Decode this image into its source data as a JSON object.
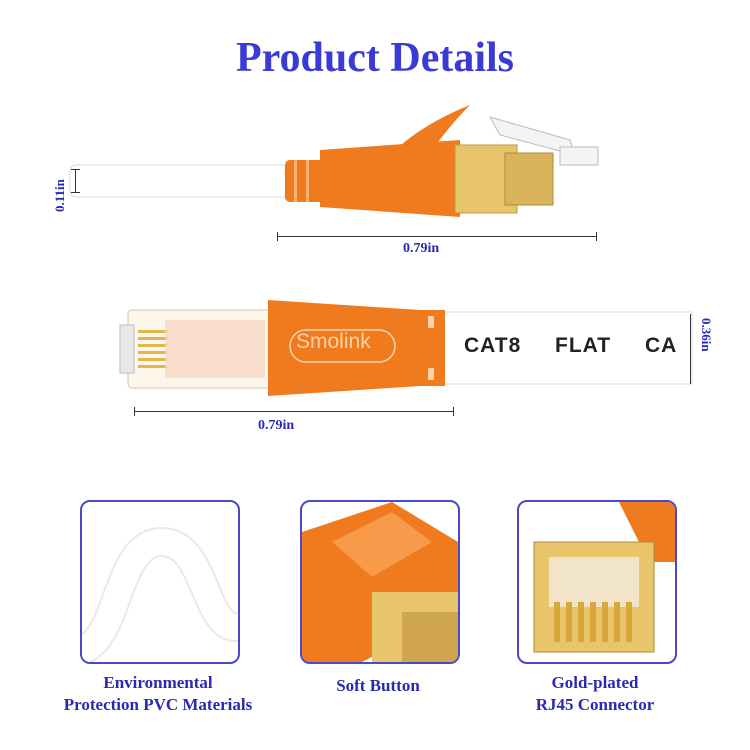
{
  "title": "Product Details",
  "top_cable": {
    "height_label": "0.11in",
    "length_label": "0.79in"
  },
  "flat_cable": {
    "brand": "Smolink",
    "print_words": [
      "CAT8",
      "FLAT",
      "CA"
    ],
    "height_label": "0.36in",
    "length_label": "0.79in"
  },
  "features": [
    {
      "line1": "Environmental",
      "line2": "Protection PVC Materials"
    },
    {
      "line1": "Soft Button",
      "line2": ""
    },
    {
      "line1": "Gold-plated",
      "line2": "RJ45 Connector"
    }
  ],
  "colors": {
    "title": "#3a3ad6",
    "orange": "#f07a1e",
    "gold": "#e8c46a",
    "frame": "#4a4ac8"
  }
}
